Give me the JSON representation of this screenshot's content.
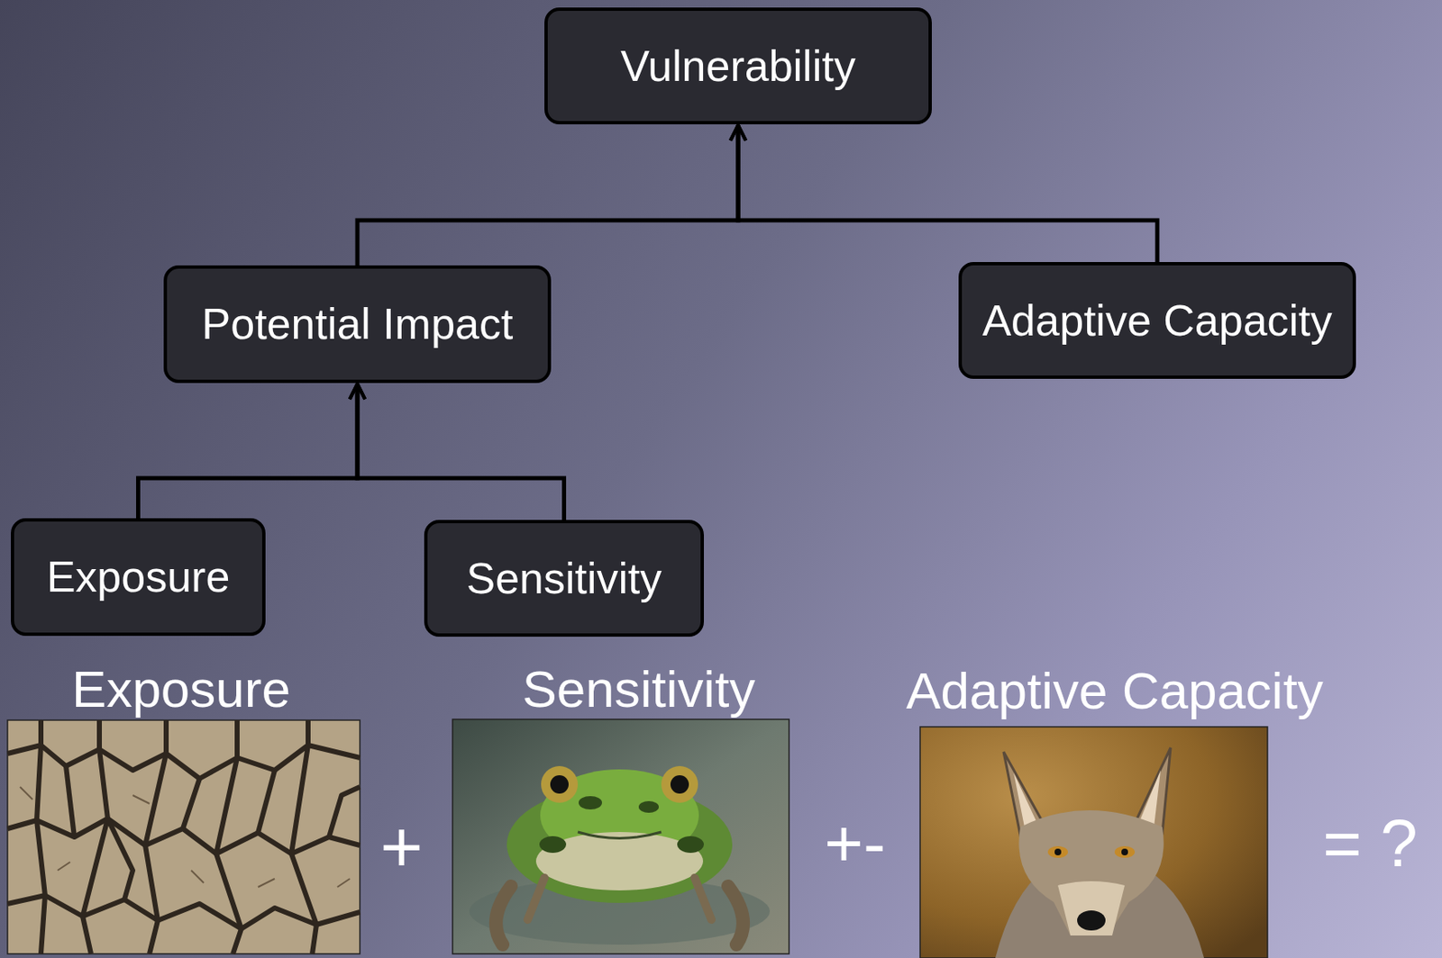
{
  "diagram": {
    "nodes": [
      {
        "text": [
          "Vulnerability"
        ]
      },
      {
        "text": [
          "Potential Impact"
        ]
      },
      {
        "text": [
          "Adaptive Capacity"
        ]
      },
      {
        "text": [
          "Exposure"
        ]
      },
      {
        "text": [
          "Sensitivity"
        ]
      }
    ],
    "edges": [
      {
        "from": 3,
        "to": 1,
        "arrow": "to"
      },
      {
        "from": 4,
        "to": 1,
        "arrow": "to"
      },
      {
        "from": 1,
        "to": 0,
        "arrow": "to"
      },
      {
        "from": 2,
        "to": 0,
        "arrow": "to"
      }
    ],
    "labels": [
      "Exposure",
      "Sensitivity",
      "Adaptive Capacity",
      "+",
      "+-",
      "= ?"
    ]
  }
}
